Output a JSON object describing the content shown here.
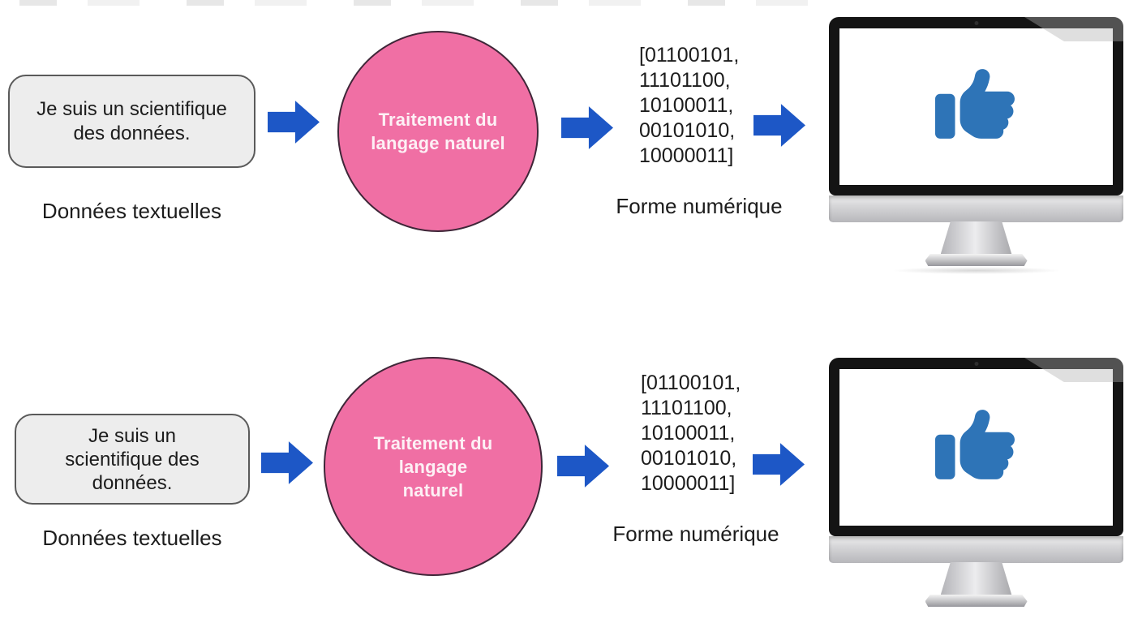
{
  "colors": {
    "arrow_blue": "#1d57c6",
    "pink": "#f06fa4",
    "circle_border": "#3f2638",
    "circle_text": "#fdf0f5",
    "box_bg": "#ededed",
    "box_border": "#5a5a5a",
    "ink": "#1c1c1c",
    "thumb_blue": "#2e74b7"
  },
  "icons": {
    "result": "thumbs-up",
    "device": "desktop-monitor"
  },
  "rows": [
    {
      "input": {
        "lines": [
          "Je suis un scientifique",
          "des données."
        ],
        "label": "Données textuelles"
      },
      "process": {
        "lines": [
          "Traitement du",
          "langage naturel"
        ]
      },
      "output": {
        "binary_lines": [
          "[01100101,",
          "11101100,",
          "10100011,",
          "00101010,",
          "10000011]"
        ],
        "label": "Forme numérique"
      }
    },
    {
      "input": {
        "lines": [
          "Je suis un",
          "scientifique des",
          "données."
        ],
        "label": "Données textuelles"
      },
      "process": {
        "lines": [
          "Traitement du",
          "langage",
          "naturel"
        ]
      },
      "output": {
        "binary_lines": [
          "[01100101,",
          "11101100,",
          "10100011,",
          "00101010,",
          "10000011]"
        ],
        "label": "Forme numérique"
      }
    }
  ]
}
